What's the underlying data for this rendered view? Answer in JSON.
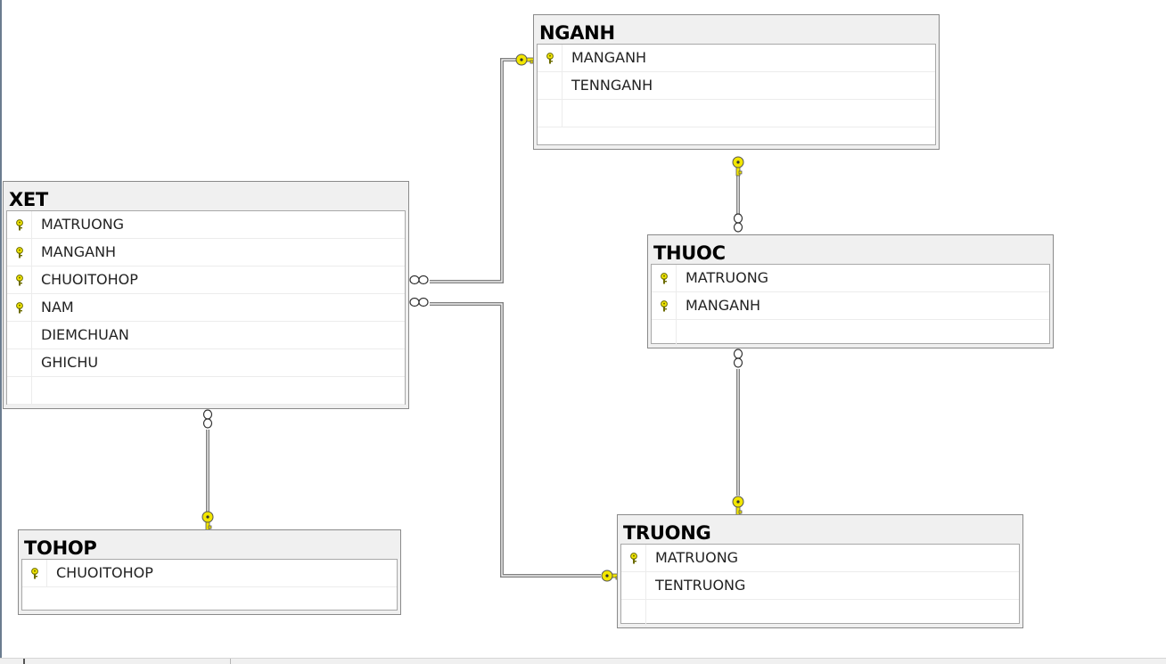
{
  "diagram": {
    "tables": [
      {
        "id": "nganh",
        "name": "NGANH",
        "columns": [
          {
            "name": "MANGANH",
            "pk": true
          },
          {
            "name": "TENNGANH",
            "pk": false
          }
        ]
      },
      {
        "id": "xet",
        "name": "XET",
        "columns": [
          {
            "name": "MATRUONG",
            "pk": true
          },
          {
            "name": "MANGANH",
            "pk": true
          },
          {
            "name": "CHUOITOHOP",
            "pk": true
          },
          {
            "name": "NAM",
            "pk": true
          },
          {
            "name": "DIEMCHUAN",
            "pk": false
          },
          {
            "name": "GHICHU",
            "pk": false
          }
        ]
      },
      {
        "id": "thuoc",
        "name": "THUOC",
        "columns": [
          {
            "name": "MATRUONG",
            "pk": true
          },
          {
            "name": "MANGANH",
            "pk": true
          }
        ]
      },
      {
        "id": "tohop",
        "name": "TOHOP",
        "columns": [
          {
            "name": "CHUOITOHOP",
            "pk": true
          }
        ]
      },
      {
        "id": "truong",
        "name": "TRUONG",
        "columns": [
          {
            "name": "MATRUONG",
            "pk": true
          },
          {
            "name": "TENTRUONG",
            "pk": false
          }
        ]
      }
    ],
    "relationships": [
      {
        "id": "xet-nganh",
        "from": "XET",
        "to": "NGANH",
        "from_end": "many",
        "to_end": "key"
      },
      {
        "id": "xet-truong",
        "from": "XET",
        "to": "TRUONG",
        "from_end": "many",
        "to_end": "key"
      },
      {
        "id": "xet-tohop",
        "from": "XET",
        "to": "TOHOP",
        "from_end": "many",
        "to_end": "key"
      },
      {
        "id": "thuoc-nganh",
        "from": "THUOC",
        "to": "NGANH",
        "from_end": "many",
        "to_end": "key"
      },
      {
        "id": "thuoc-truong",
        "from": "THUOC",
        "to": "TRUONG",
        "from_end": "many",
        "to_end": "key"
      }
    ],
    "colors": {
      "key": "#f2e600",
      "line": "#808080",
      "header": "#f0f0f0",
      "border": "#8a8a8a"
    },
    "icons": {
      "primary_key": "key-icon",
      "key_end": "relationship-key-icon",
      "many_end": "infinity-icon"
    }
  }
}
